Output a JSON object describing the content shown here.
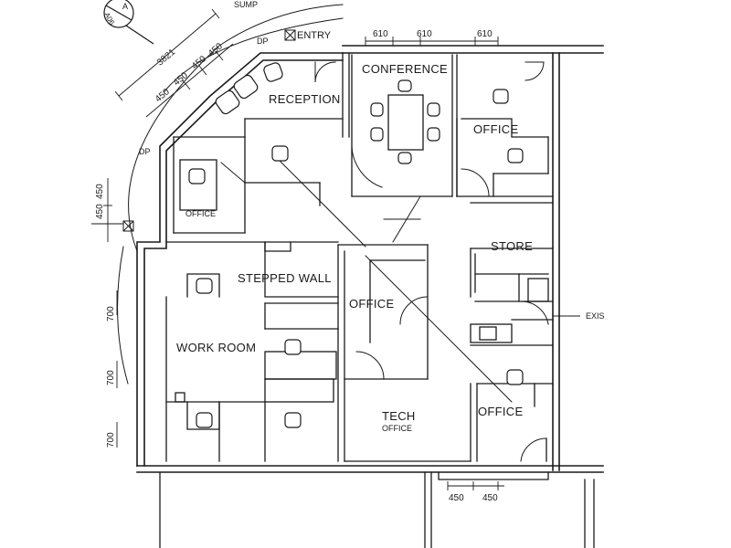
{
  "rooms": {
    "conference": "CONFERENCE",
    "reception": "RECEPTION",
    "office_ne": "OFFICE",
    "office_west": "OFFICE",
    "store": "STORE",
    "stepped_wall": "STEPPED WALL",
    "office_mid": "OFFICE",
    "work_room": "WORK ROOM",
    "tech": "TECH",
    "tech_sub": "OFFICE",
    "office_se": "OFFICE"
  },
  "annotations": {
    "sump": "SUMP",
    "entry": "ENTRY",
    "dp_top": "DP",
    "dp_left": "DP",
    "exis": "EXIS",
    "section_letter": "A",
    "section_sheet": "A06"
  },
  "dimensions": {
    "top_610": [
      "610",
      "610",
      "610"
    ],
    "diag_3821": "3821",
    "diag_450": [
      "450",
      "450",
      "450",
      "450"
    ],
    "left_450": [
      "450",
      "450"
    ],
    "left_700": [
      "700",
      "700",
      "700"
    ],
    "bottom_450": [
      "450",
      "450"
    ]
  },
  "colors": {
    "line": "#1a1a1a",
    "background": "#ffffff"
  }
}
